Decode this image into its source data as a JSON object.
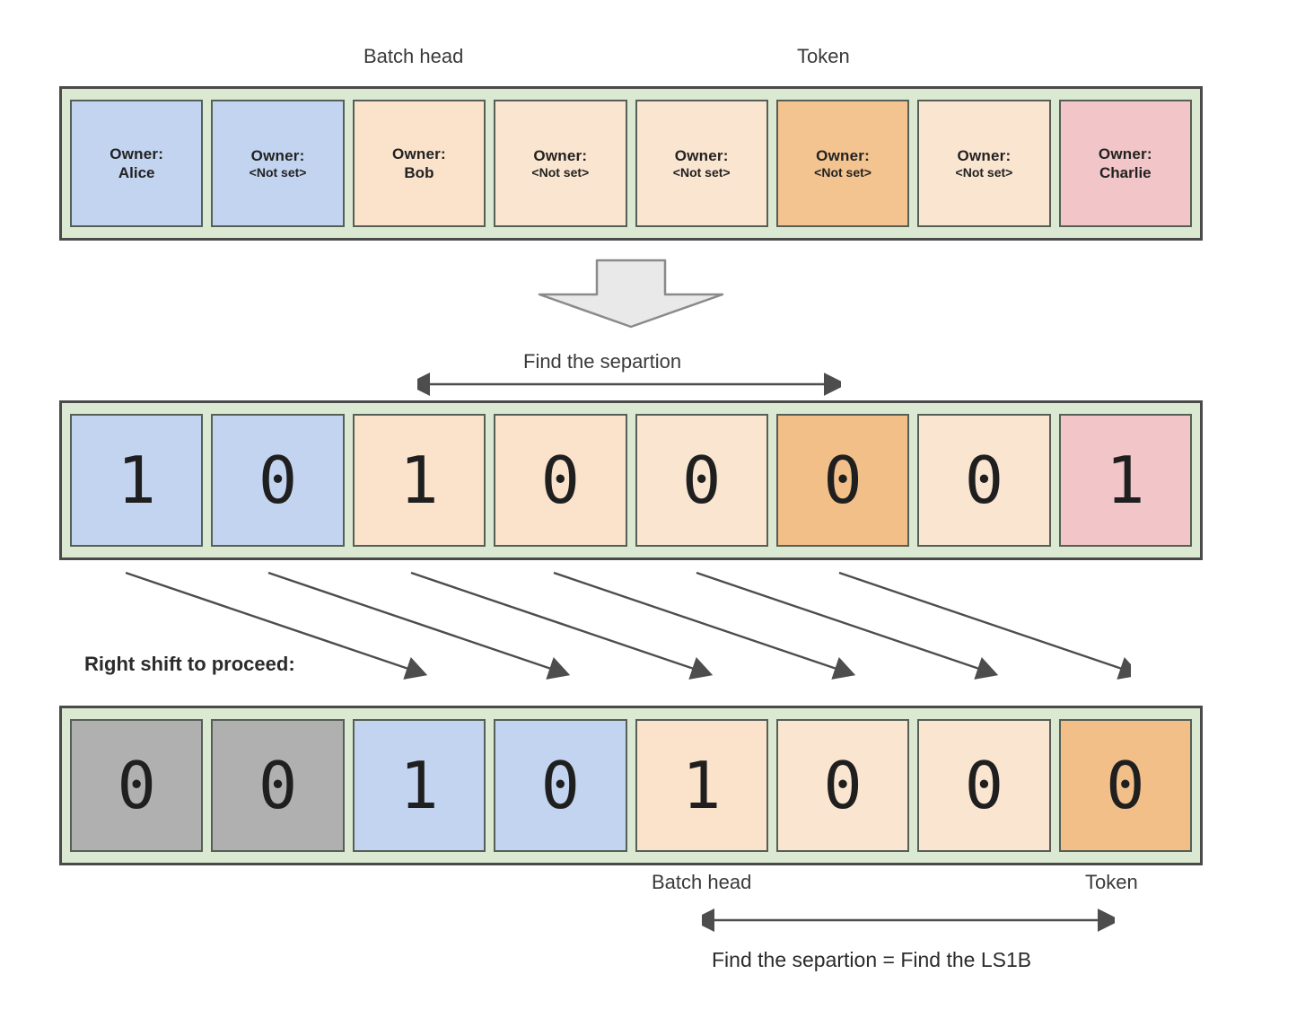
{
  "diagram": {
    "title_labels": {
      "batch_head": "Batch head",
      "token": "Token"
    },
    "row1": {
      "name": "owner-row",
      "cells": [
        {
          "line1": "Owner:",
          "line2": "Alice",
          "color": "#c2d4f0",
          "kind": "named"
        },
        {
          "line1": "Owner:",
          "line2": "<Not set>",
          "color": "#c2d4f0",
          "kind": "notset"
        },
        {
          "line1": "Owner:",
          "line2": "Bob",
          "color": "#fae2cb",
          "kind": "named"
        },
        {
          "line1": "Owner:",
          "line2": "<Not set>",
          "color": "#fae5d0",
          "kind": "notset"
        },
        {
          "line1": "Owner:",
          "line2": "<Not set>",
          "color": "#fae5d0",
          "kind": "notset"
        },
        {
          "line1": "Owner:",
          "line2": "<Not set>",
          "color": "#f4c490",
          "kind": "notset"
        },
        {
          "line1": "Owner:",
          "line2": "<Not set>",
          "color": "#fae5d0",
          "kind": "notset"
        },
        {
          "line1": "Owner:",
          "line2": "Charlie",
          "color": "#f2c6c8",
          "kind": "named"
        }
      ]
    },
    "middle": {
      "find_separation_label": "Find the separtion"
    },
    "row2": {
      "name": "bitmap-row",
      "bits": [
        "1",
        "0",
        "1",
        "0",
        "0",
        "0",
        "0",
        "1"
      ],
      "colors": [
        "#c2d4f0",
        "#c2d4f0",
        "#fae2cb",
        "#fae2cb",
        "#fae5d0",
        "#f2bf88",
        "#fae5d0",
        "#f2c6c8"
      ]
    },
    "shift": {
      "label": "Right shift to proceed:",
      "arrow_count": 6,
      "shift_amount": 2
    },
    "row3": {
      "name": "shifted-bitmap-row",
      "bits": [
        "0",
        "0",
        "1",
        "0",
        "1",
        "0",
        "0",
        "0"
      ],
      "colors": [
        "#b0b0b0",
        "#b0b0b0",
        "#c2d4f0",
        "#c2d4f0",
        "#fae2cb",
        "#fae5d0",
        "#fae5d0",
        "#f2bf88"
      ]
    },
    "bottom_labels": {
      "batch_head": "Batch head",
      "token": "Token",
      "conclusion": "Find the separtion = Find the LS1B"
    },
    "palette": {
      "band_green": "#dce9d2",
      "band_border": "#4a4a4a",
      "cell_border": "#555f55",
      "blue": "#c2d4f0",
      "peach_light": "#fae5d0",
      "peach": "#fae2cb",
      "orange": "#f2bf88",
      "pink": "#f2c6c8",
      "gray": "#b0b0b0",
      "arrow_gray": "#4d4d4d",
      "block_arrow_fill": "#e9e9e9"
    }
  }
}
